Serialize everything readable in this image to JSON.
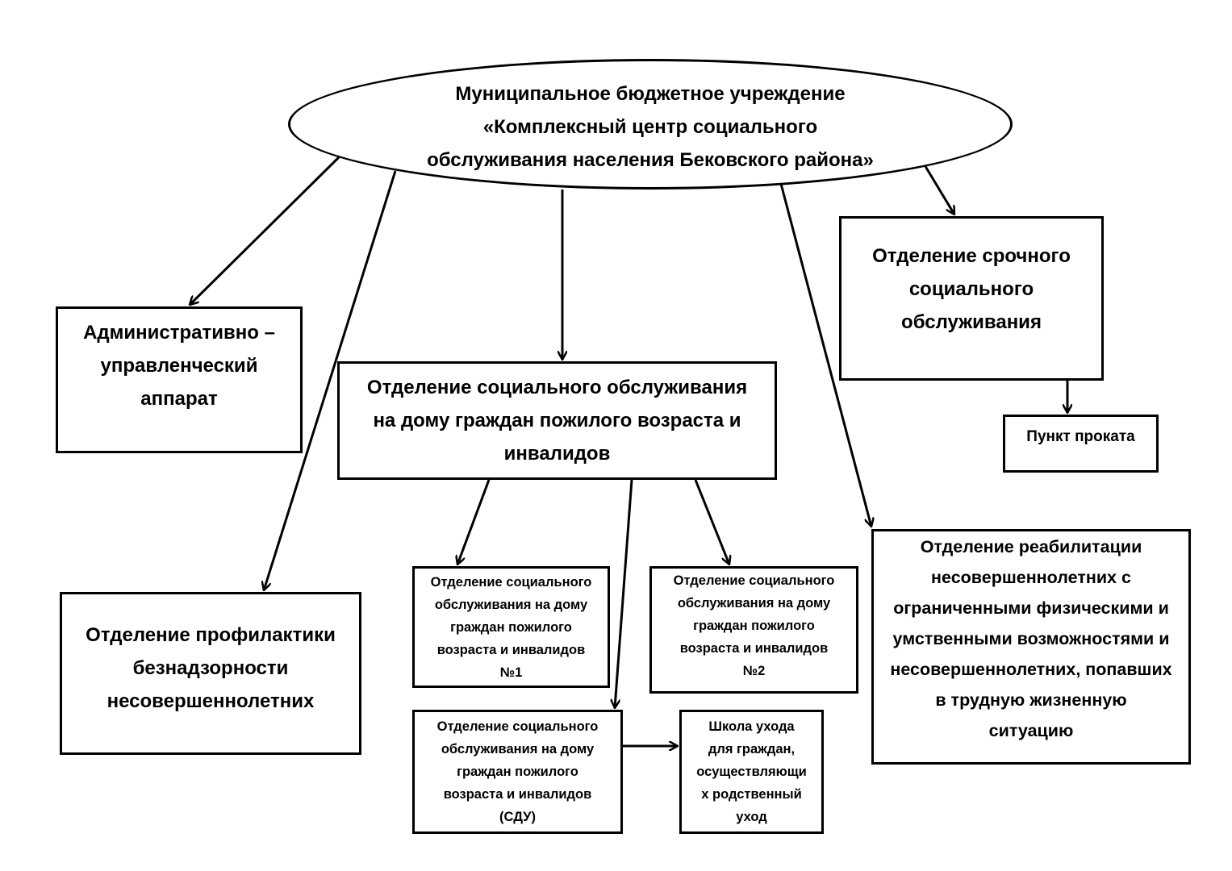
{
  "diagram": {
    "root": {
      "lines": [
        "Муниципальное бюджетное учреждение",
        "«Комплексный центр социального",
        "обслуживания населения Бековского района»"
      ]
    },
    "admin": {
      "lines": [
        "Административно –",
        "управленческий",
        "аппарат"
      ]
    },
    "urgent": {
      "lines": [
        "Отделение срочного",
        "социального",
        "обслуживания"
      ]
    },
    "rental": {
      "lines": [
        "Пункт проката"
      ]
    },
    "home_main": {
      "lines": [
        "Отделение социального обслуживания",
        "на дому граждан пожилого возраста и",
        "инвалидов"
      ]
    },
    "prevention": {
      "lines": [
        "Отделение профилактики",
        "безнадзорности",
        "несовершеннолетних"
      ]
    },
    "home_1": {
      "lines": [
        "Отделение социального",
        "обслуживания на дому",
        "граждан пожилого",
        "возраста  и инвалидов",
        "№1"
      ]
    },
    "home_2": {
      "lines": [
        "Отделение социального",
        "обслуживания на дому",
        "граждан  пожилого",
        "возраста  и инвалидов",
        "№2"
      ]
    },
    "home_sdu": {
      "lines": [
        "Отделение социального",
        "обслуживания на дому",
        "граждан пожилого",
        "возраста и инвалидов",
        "(СДУ)"
      ]
    },
    "care_school": {
      "lines": [
        "Школа ухода",
        "для граждан,",
        "осуществляющи",
        "х родственный",
        "уход"
      ]
    },
    "rehab": {
      "lines": [
        "Отделение реабилитации",
        "несовершеннолетних с",
        "ограниченными физическими и",
        "умственными возможностями и",
        "несовершеннолетних, попавших",
        "в  трудную жизненную",
        "ситуацию"
      ]
    }
  }
}
